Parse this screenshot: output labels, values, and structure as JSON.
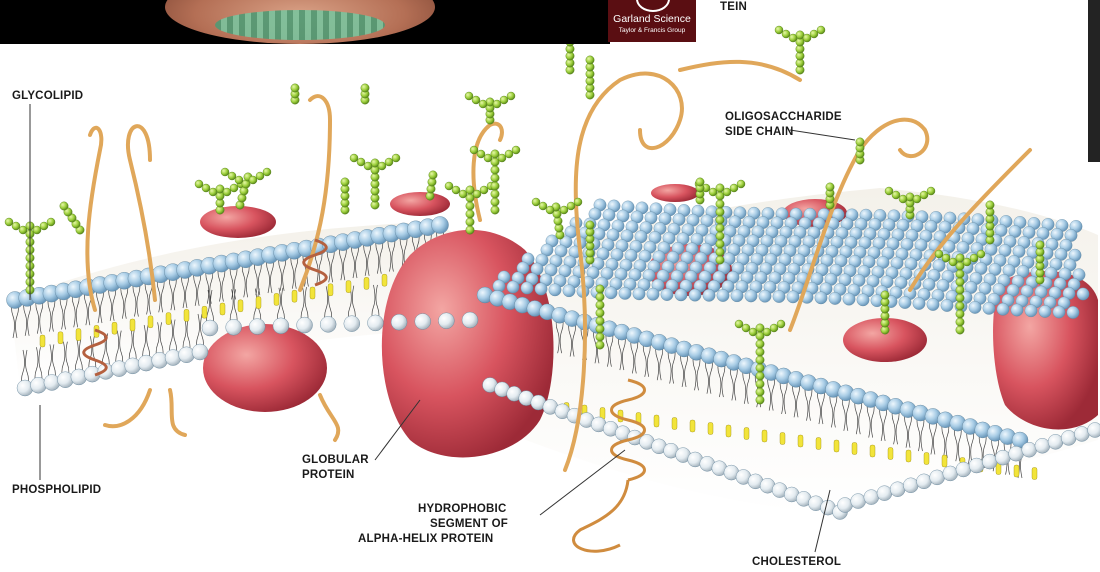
{
  "labels": {
    "glycolipid": "GLYCOLIPID",
    "phospholipid": "PHOSPHOLIPID",
    "globular_protein_1": "GLOBULAR",
    "globular_protein_2": "PROTEIN",
    "hydrophobic_1": "HYDROPHOBIC",
    "hydrophobic_2": "SEGMENT OF",
    "hydrophobic_3": "ALPHA-HELIX PROTEIN",
    "oligosaccharide_1": "OLIGOSACCHARIDE",
    "oligosaccharide_2": "SIDE CHAIN",
    "cholesterol": "CHOLESTEROL",
    "top_partial": "TEIN"
  },
  "logo": {
    "line1": "Garland Science",
    "line2": "Taylor & Francis Group"
  },
  "colors": {
    "head": "#a9cde6",
    "head_bottom": "#e8eef2",
    "protein": "#d8545f",
    "sugar": "#9ccf3b",
    "helix": "#e0a75a",
    "cholesterol": "#f2e43a",
    "logo_bg": "#5a0e12"
  }
}
